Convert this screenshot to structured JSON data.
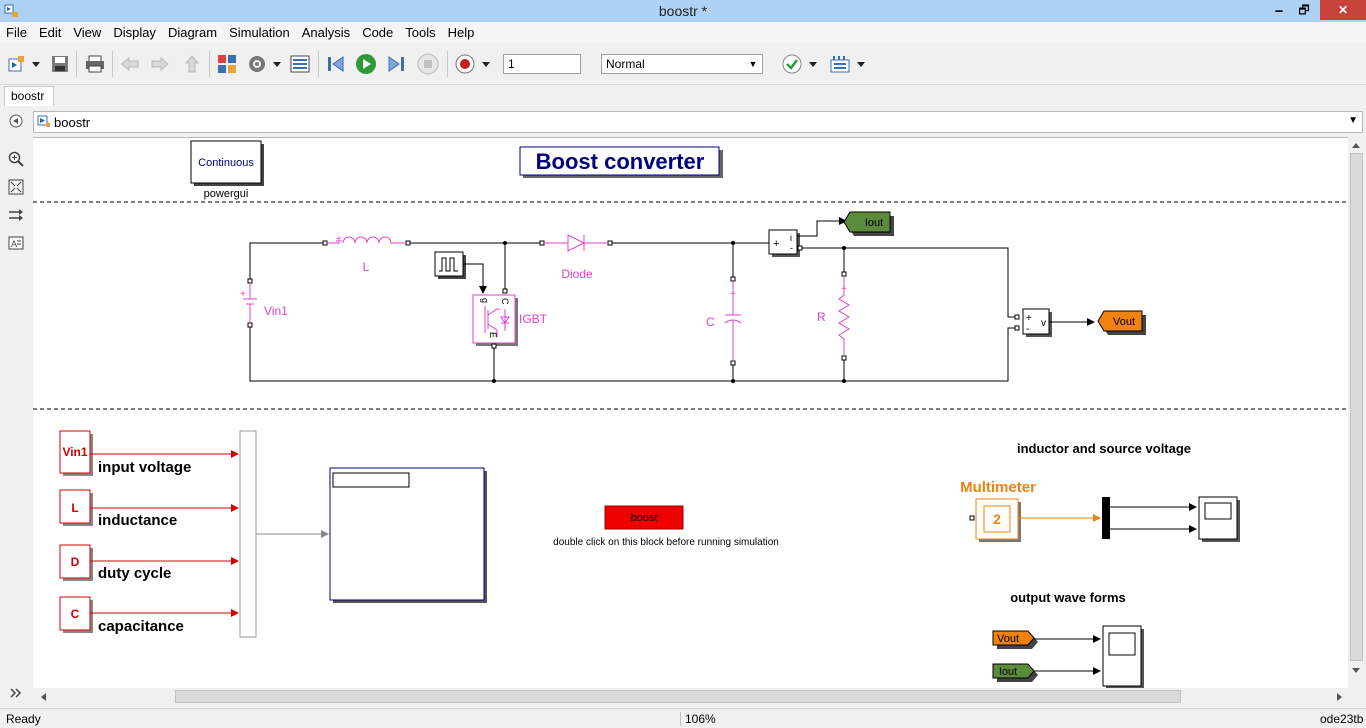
{
  "window": {
    "title": "boostr *",
    "minimize": "🗕",
    "maximize": "🗗",
    "close": "✕"
  },
  "menu": [
    "File",
    "Edit",
    "View",
    "Display",
    "Diagram",
    "Simulation",
    "Analysis",
    "Code",
    "Tools",
    "Help"
  ],
  "toolbar": {
    "stop_time": "1",
    "sim_mode": "Normal"
  },
  "tab": {
    "label": "boostr"
  },
  "address": {
    "path": "boostr"
  },
  "diagram": {
    "powergui_block": "Continuous",
    "powergui_label": "powergui",
    "title": "Boost converter",
    "inductor_label": "L",
    "diode_label": "Diode",
    "source_label": "Vin1",
    "source_plus": "+",
    "igbt_label": "IGBT",
    "igbt_g": "g",
    "igbt_c": "C",
    "igbt_e": "E",
    "cap_label": "C",
    "cap_plus": "+",
    "res_label": "R",
    "res_plus": "+",
    "ammeter_plus": "+",
    "ammeter_i": "i",
    "ammeter_minus": "-",
    "voltmeter_plus": "+",
    "voltmeter_minus": "-",
    "voltmeter_v": "v",
    "iout_tag": "Iout",
    "vout_tag": "Vout",
    "const_vin1": "Vin1",
    "const_l": "L",
    "const_d": "D",
    "const_c": "C",
    "label_input_voltage": "input voltage",
    "label_inductance": "inductance",
    "label_duty_cycle": "duty cycle",
    "label_capacitance": "capacitance",
    "boost_button": "boost",
    "boost_hint": "double click on this block before running simulation",
    "inductor_source_title": "inductor and source voltage",
    "multimeter_label": "Multimeter",
    "multimeter_value": "2",
    "output_waveforms_title": "output wave forms",
    "scope_vout": "Vout",
    "scope_iout": "Iout"
  },
  "status": {
    "left": "Ready",
    "zoom": "106%",
    "solver": "ode23tb"
  },
  "colors": {
    "magenta": "#e040c8",
    "darkblue": "#000080",
    "red": "#d40000",
    "orange": "#f0820f",
    "green": "#5a8c3c"
  }
}
